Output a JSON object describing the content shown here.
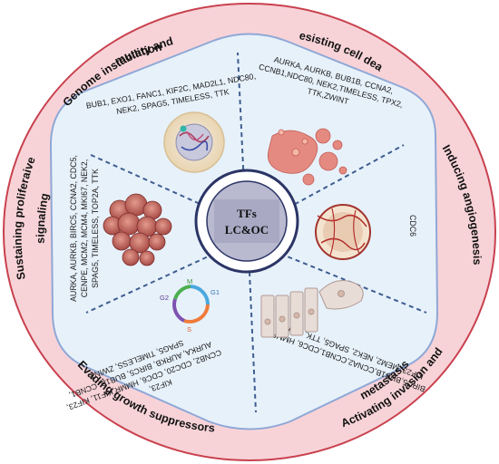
{
  "center": {
    "line1": "TFs",
    "line2": "LC&OC"
  },
  "hallmarks": {
    "genome": "Genome instability and",
    "genome_2": "mutation",
    "resisting": "Resisting cell death",
    "angiogenesis": "Inducing angiogenesis",
    "invasion": "Activating invasion and",
    "invasion_2": "metastasis",
    "growth": "Evading growth suppressors",
    "proliferative": "Sustaining proliferaive",
    "proliferative_2": "signaling"
  },
  "genes": {
    "genome_1": "BUB1, EXO1, FANC1, KIF2C, MAD2L1, NDC80,",
    "genome_2": "NEK2, SPAG5, TIMELESS, TTK",
    "resisting_1": "AURKA, AURKB, BUB1B, CCNA2,",
    "resisting_2": "CCNB1,NDC80, NEK2,TIMELESS, TPX2,",
    "resisting_3": "TTK,ZWINT",
    "angiogenesis_1": "CDC6",
    "invasion_1": "BIRC5,BUB1B,CCNA2,CCNB1,CDC6, HMMR,",
    "invasion_2": "KIF23, MEM2, NEK2, SPAG5, TTK, ZWINT",
    "growth_1": "KIF23,",
    "growth_2": "CCNB2, CDC20, CDC6, HMMR,KIF11, KIF23,",
    "growth_3": "AURKA, AURKB, BIRC5, BUB1B, CCNB1,",
    "growth_4": "SPAG5, TIMELESS, ZWINT",
    "prolif_1": "AURKA, AURKB, BIRC5, CCNA2, CDC5,",
    "prolif_2": "CENPE, MCM2, MCM4, MKI67, NEK2,",
    "prolif_3": "SPAG5, TIMELESS, TOP2A, TTK"
  },
  "cell_cycle": {
    "g1": "G1",
    "s": "S",
    "g2": "G2",
    "m": "M"
  },
  "colors": {
    "outer_ring": "#f7d3d8",
    "outer_ring_stroke": "#c9414e",
    "inner_fill": "#e7f1fa",
    "inner_stroke": "#8fa8d6",
    "center_fill": "#b9b9cf",
    "center_ring": "#ffffff",
    "center_stroke": "#2b3566",
    "divider": "#3f5d8f"
  }
}
